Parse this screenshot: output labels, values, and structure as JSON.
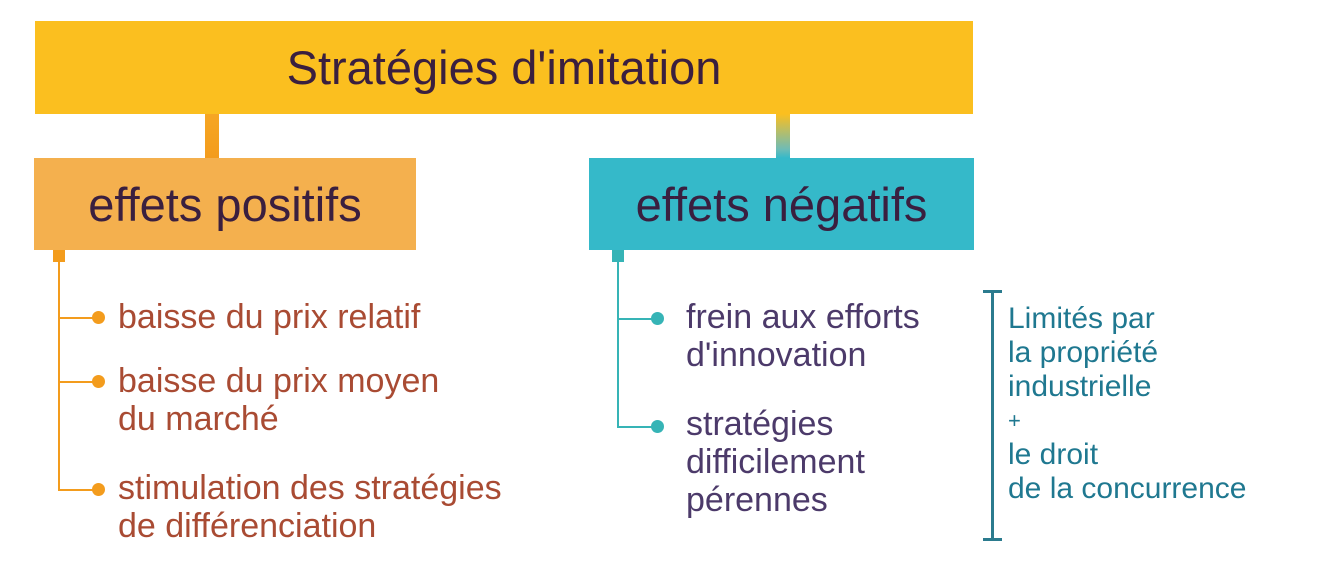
{
  "title": "Stratégies d'imitation",
  "positive": {
    "heading": "effets positifs",
    "items": [
      {
        "line1": "baisse du prix relatif",
        "line2": ""
      },
      {
        "line1": "baisse du prix moyen",
        "line2": "du marché"
      },
      {
        "line1": "stimulation des stratégies",
        "line2": "de différenciation"
      }
    ]
  },
  "negative": {
    "heading": "effets négatifs",
    "items": [
      {
        "line1": "frein aux efforts",
        "line2": "d'innovation",
        "line3": ""
      },
      {
        "line1": "stratégies",
        "line2": "difficilement",
        "line3": "pérennes"
      }
    ]
  },
  "note": {
    "line1": "Limités par",
    "line2": "la propriété",
    "line3": "industrielle",
    "plus": "+",
    "line4": "le droit",
    "line5": "de la concurrence"
  }
}
